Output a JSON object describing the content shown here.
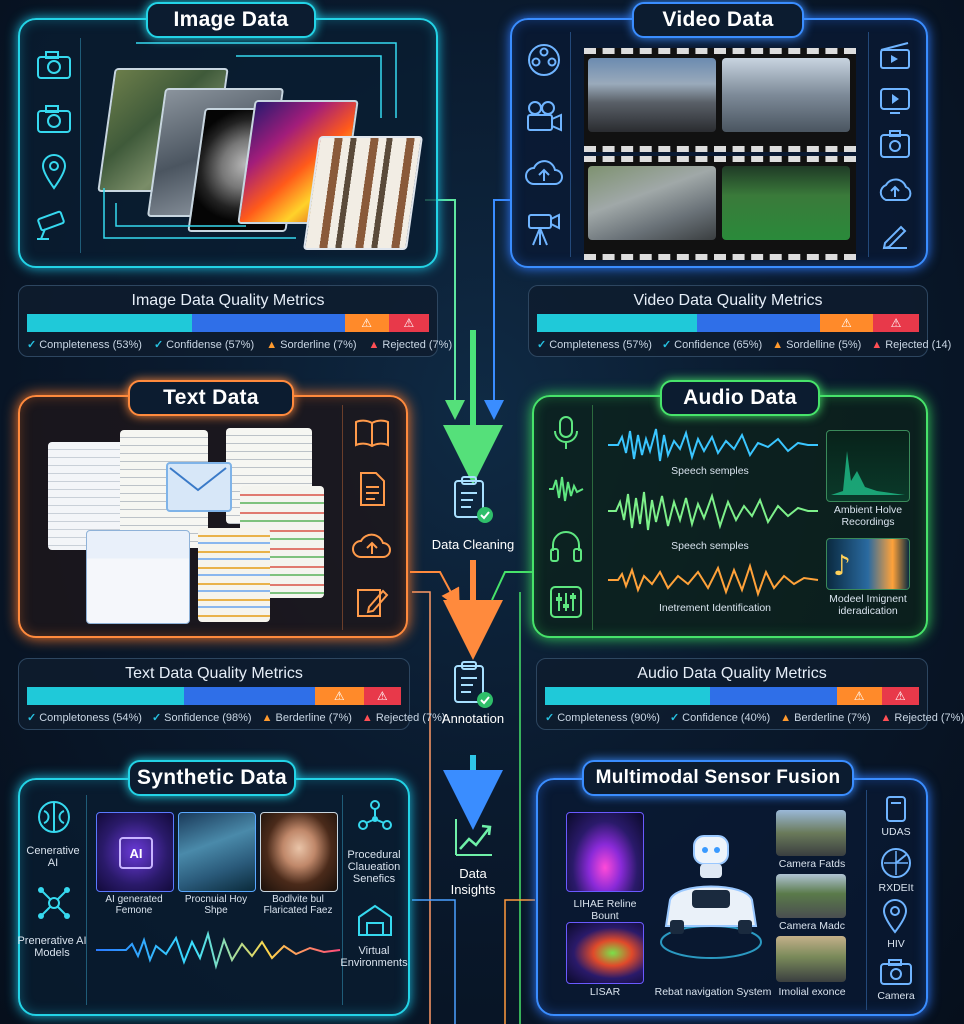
{
  "image_data": {
    "title": "Image Data",
    "side_icons": [
      "camera-icon",
      "camera-icon",
      "location-pin-icon",
      "security-camera-icon"
    ],
    "metrics": {
      "title": "Image Data Quality Metrics",
      "completeness": "Completeness (53%)",
      "confidence": "Confidense (57%)",
      "borderline": "Sorderline (7%)",
      "rejected": "Rejected (7%)"
    }
  },
  "video_data": {
    "title": "Video Data",
    "side_icons_left": [
      "film-reel-icon",
      "movie-camera-icon",
      "cloud-upload-icon",
      "camera-tripod-icon"
    ],
    "side_icons_right": [
      "clapperboard-icon",
      "play-icon",
      "video-device-icon",
      "cloud-upload-icon",
      "edit-icon"
    ],
    "metrics": {
      "title": "Video Data Quality Metrics",
      "completeness": "Completeness (57%)",
      "confidence": "Confidence (65%)",
      "borderline": "Sordelline (5%)",
      "rejected": "Rejected (14)"
    }
  },
  "text_data": {
    "title": "Text Data",
    "side_icons": [
      "book-icon",
      "document-icon",
      "cloud-upload-icon",
      "edit-icon"
    ],
    "metrics": {
      "title": "Text Data Quality Metrics",
      "completeness": "Completoness (54%)",
      "confidence": "Sonfidence (98%)",
      "borderline": "Berderline (7%)",
      "rejected": "Rejected (7%)"
    }
  },
  "audio_data": {
    "title": "Audio Data",
    "side_icons": [
      "microphone-icon",
      "waveform-icon",
      "headphones-icon",
      "equalizer-icon"
    ],
    "wave_labels": [
      "Speech semples",
      "Speech semples",
      "Inetrement Identification"
    ],
    "right_labels": [
      "Ambient Holve Recordings",
      "Modeel Imignent ideradication"
    ],
    "metrics": {
      "title": "Audio Data Quality Metrics",
      "completeness": "Completeness (90%)",
      "confidence": "Confidence (40%)",
      "borderline": "Berderline (7%)",
      "rejected": "Rejected (7%)"
    }
  },
  "center_flow": {
    "cleaning": "Data Cleaning",
    "annotation": "Annotation",
    "insights_line1": "Data",
    "insights_line2": "Insights"
  },
  "synthetic_data": {
    "title": "Synthetic Data",
    "left_labels": [
      "Cenerative AI",
      "Prenerative AI Models"
    ],
    "tiles": [
      "AI generated Femone",
      "Procnuial Hoy Shpe",
      "Bodlvite bul Flaricated Faez"
    ],
    "tile_badge": "AI",
    "right_labels": [
      "Procedural Claueation Senefics",
      "Virtual Environments"
    ]
  },
  "multimodal": {
    "title": "Multimodal Sensor Fusion",
    "left_labels": [
      "LIHAE Reline Bount",
      "LISAR"
    ],
    "center_label": "Rebat navigation System",
    "right_labels": [
      "Camera Fatds",
      "Camera Madc",
      "Imolial exonce"
    ],
    "side_labels": [
      "UDAS",
      "RXDEIt",
      "HIV",
      "Camera"
    ]
  },
  "colors": {
    "cyan": "#23d3e6",
    "blue": "#3a8dff",
    "orange": "#ff8a3d",
    "green": "#47e36a",
    "bar_teal": "#1fc9d9",
    "bar_blue": "#2f6fe8",
    "bar_orange": "#ff8a2a",
    "bar_red": "#e8394a"
  }
}
